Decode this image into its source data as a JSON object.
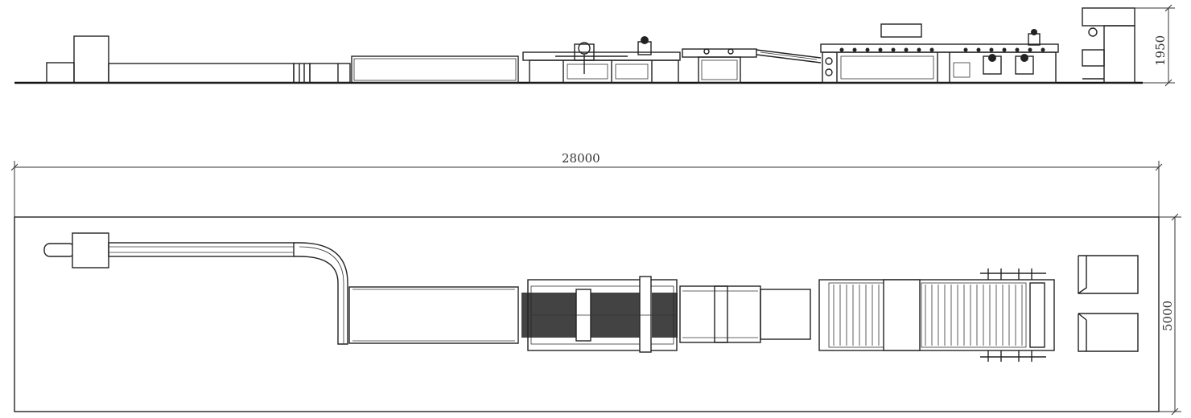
{
  "dimensions": {
    "total_length": "28000",
    "side_height": "1950",
    "plan_width": "5000"
  }
}
